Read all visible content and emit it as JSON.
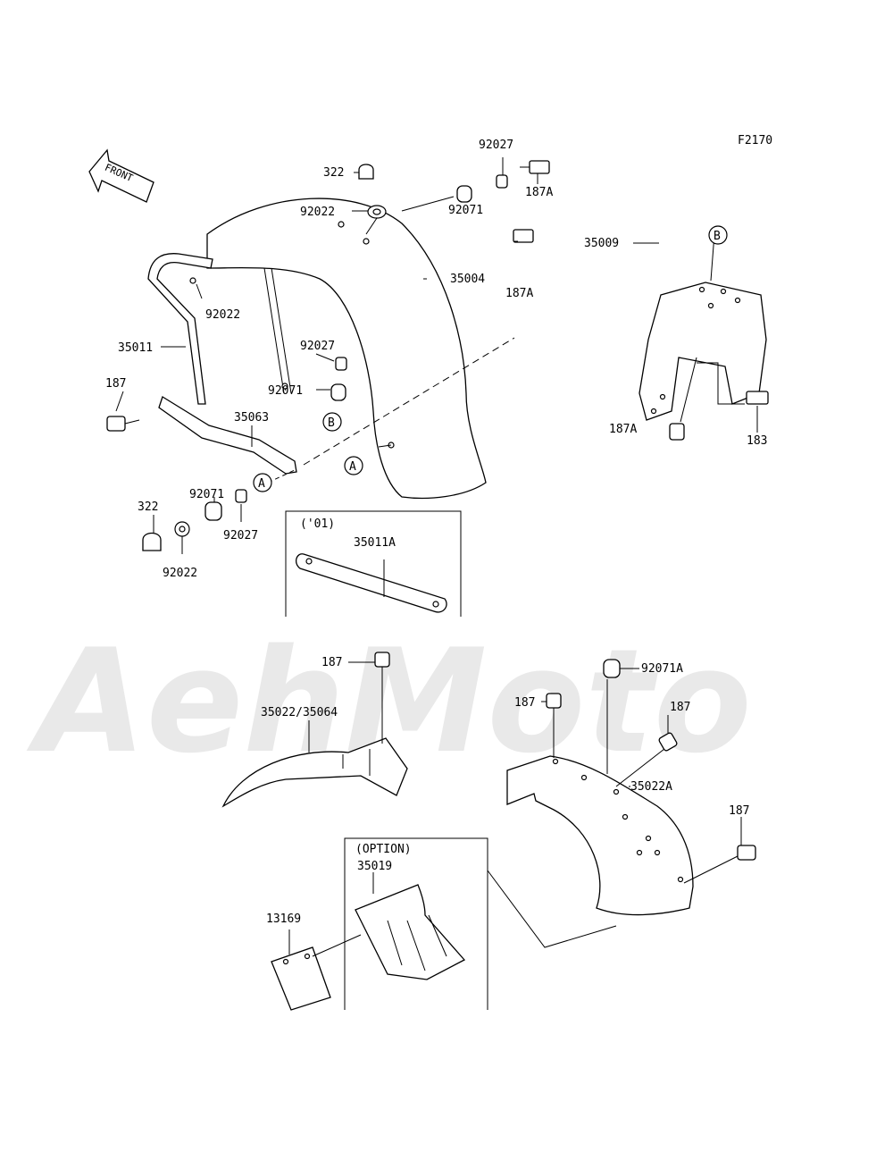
{
  "figure_code": "F2170",
  "front_arrow_label": "FRONT",
  "watermark": "AehMoto",
  "parts": {
    "p322_top": "322",
    "p92027_top": "92027",
    "p187A_top": "187A",
    "p92022_top": "92022",
    "p92071_top": "92071",
    "p35004": "35004",
    "p187A_mid": "187A",
    "p92022_left": "92022",
    "p35011": "35011",
    "p92027_mid": "92027",
    "p92071_mid": "92071",
    "p187_left": "187",
    "p35063": "35063",
    "p92071_low": "92071",
    "p322_low": "322",
    "p92027_low": "92027",
    "p92022_low": "92022",
    "p35009": "35009",
    "p187A_right": "187A",
    "p183": "183",
    "p35011A": "35011A",
    "p187_center": "187",
    "p35022_35064": "35022/35064",
    "p92071A": "92071A",
    "p187_r1": "187",
    "p187_r2": "187",
    "p35022A": "35022A",
    "p187_r3": "187",
    "p35019": "35019",
    "p13169": "13169"
  },
  "callouts": {
    "A1": "A",
    "A2": "A",
    "B1": "B",
    "B2": "B"
  },
  "groups": {
    "year_note": "('01)",
    "option_note": "(OPTION)"
  }
}
